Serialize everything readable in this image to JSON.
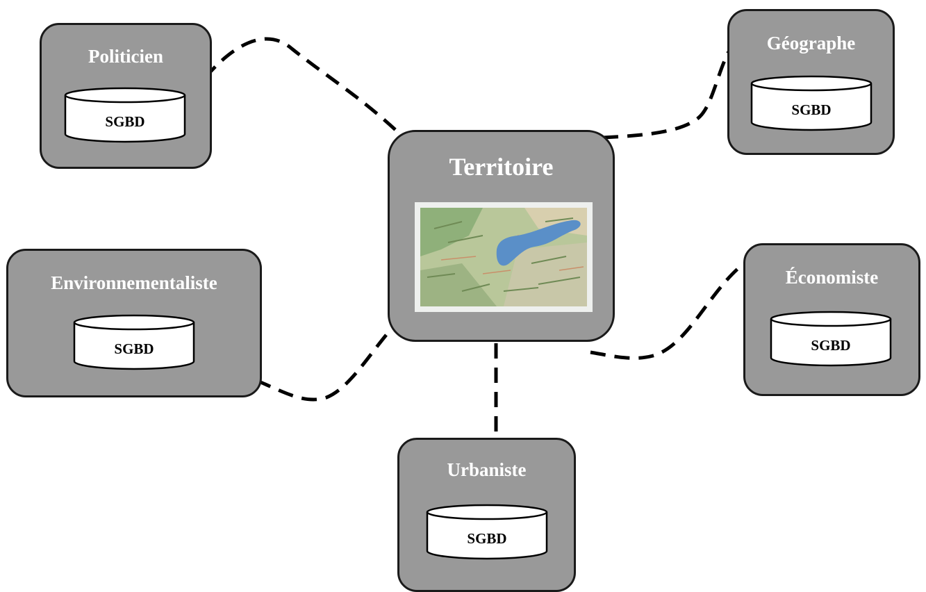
{
  "center": {
    "title": "Territoire",
    "image": "relief-map-image"
  },
  "actors": {
    "politicien": {
      "title": "Politicien",
      "db_label": "SGBD"
    },
    "geographe": {
      "title": "Géographe",
      "db_label": "SGBD"
    },
    "environnementaliste": {
      "title": "Environnementaliste",
      "db_label": "SGBD"
    },
    "economiste": {
      "title": "Économiste",
      "db_label": "SGBD"
    },
    "urbaniste": {
      "title": "Urbaniste",
      "db_label": "SGBD"
    }
  },
  "colors": {
    "box_fill": "#999999",
    "box_border": "#1a1a1a",
    "title_text": "#ffffff",
    "connector": "#000000",
    "lake": "#5a8fc8"
  },
  "connector_style": "dashed"
}
